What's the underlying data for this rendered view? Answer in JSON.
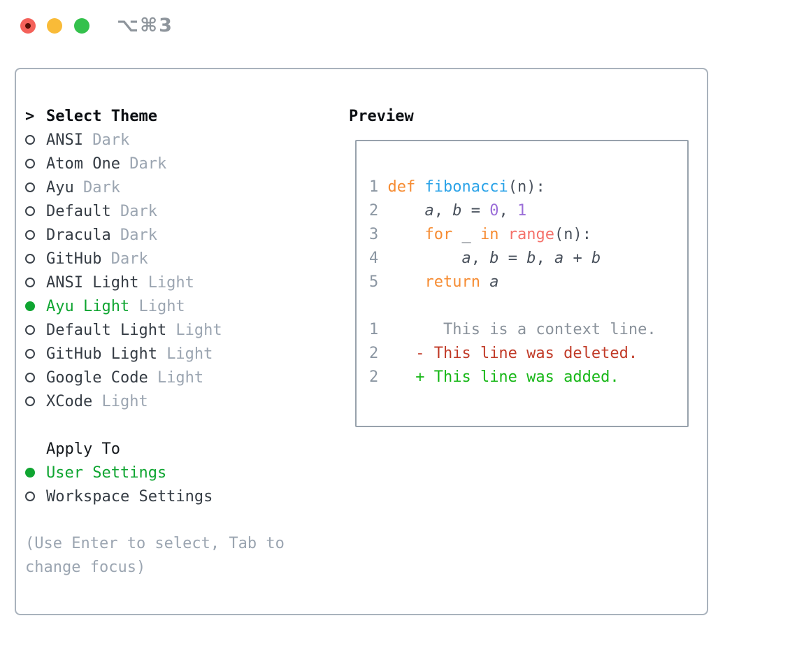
{
  "window": {
    "title": "⌥⌘3"
  },
  "theme_selector": {
    "header_marker": ">",
    "header": "Select Theme",
    "items": [
      {
        "name": "ANSI",
        "variant": "Dark",
        "selected": false
      },
      {
        "name": "Atom One",
        "variant": "Dark",
        "selected": false
      },
      {
        "name": "Ayu",
        "variant": "Dark",
        "selected": false
      },
      {
        "name": "Default",
        "variant": "Dark",
        "selected": false
      },
      {
        "name": "Dracula",
        "variant": "Dark",
        "selected": false
      },
      {
        "name": "GitHub",
        "variant": "Dark",
        "selected": false
      },
      {
        "name": "ANSI Light",
        "variant": "Light",
        "selected": false
      },
      {
        "name": "Ayu Light",
        "variant": "Light",
        "selected": true
      },
      {
        "name": "Default Light",
        "variant": "Light",
        "selected": false
      },
      {
        "name": "GitHub Light",
        "variant": "Light",
        "selected": false
      },
      {
        "name": "Google Code",
        "variant": "Light",
        "selected": false
      },
      {
        "name": "XCode",
        "variant": "Light",
        "selected": false
      }
    ]
  },
  "apply_to": {
    "header": "Apply To",
    "options": [
      {
        "name": "User Settings",
        "selected": true
      },
      {
        "name": "Workspace Settings",
        "selected": false
      }
    ]
  },
  "hint": "(Use Enter to select, Tab to change focus)",
  "preview": {
    "header": "Preview",
    "code_lines": [
      {
        "num": "1",
        "tokens": [
          [
            "def",
            "kw"
          ],
          [
            " "
          ],
          [
            "fibonacci",
            "fn"
          ],
          [
            "(n):"
          ]
        ]
      },
      {
        "num": "2",
        "tokens": [
          [
            "    "
          ],
          [
            "a",
            "var"
          ],
          [
            ", "
          ],
          [
            "b",
            "var"
          ],
          [
            " = "
          ],
          [
            "0",
            "num"
          ],
          [
            ", "
          ],
          [
            "1",
            "num"
          ]
        ]
      },
      {
        "num": "3",
        "tokens": [
          [
            "    "
          ],
          [
            "for",
            "kw"
          ],
          [
            " _ "
          ],
          [
            "in",
            "kw"
          ],
          [
            " "
          ],
          [
            "range",
            "call"
          ],
          [
            "(n):"
          ]
        ]
      },
      {
        "num": "4",
        "tokens": [
          [
            "        "
          ],
          [
            "a",
            "var"
          ],
          [
            ", "
          ],
          [
            "b",
            "var"
          ],
          [
            " = "
          ],
          [
            "b",
            "var"
          ],
          [
            ", "
          ],
          [
            "a",
            "var"
          ],
          [
            " + "
          ],
          [
            "b",
            "var"
          ]
        ]
      },
      {
        "num": "5",
        "tokens": [
          [
            "    "
          ],
          [
            "return",
            "kw"
          ],
          [
            " "
          ],
          [
            "a",
            "var"
          ]
        ]
      }
    ],
    "diff_lines": [
      {
        "num": "1",
        "type": "context",
        "text": "       This is a context line."
      },
      {
        "num": "2",
        "type": "deleted",
        "text": "    - This line was deleted."
      },
      {
        "num": "2",
        "type": "added",
        "text": "    + This line was added."
      }
    ]
  },
  "colors": {
    "selected_green": "#0fa531",
    "diff_added_green": "#17b717",
    "diff_deleted_red": "#c13b28",
    "keyword_orange": "#f68c33",
    "function_blue": "#2ba3e8",
    "builtin_salmon": "#f5726b",
    "number_purple": "#9b6ed8",
    "muted_gray": "#9ba5b1",
    "panel_border": "#a9b2bc",
    "traffic_red": "#f4615a",
    "traffic_yellow": "#f9bb38",
    "traffic_green": "#34c14c"
  }
}
